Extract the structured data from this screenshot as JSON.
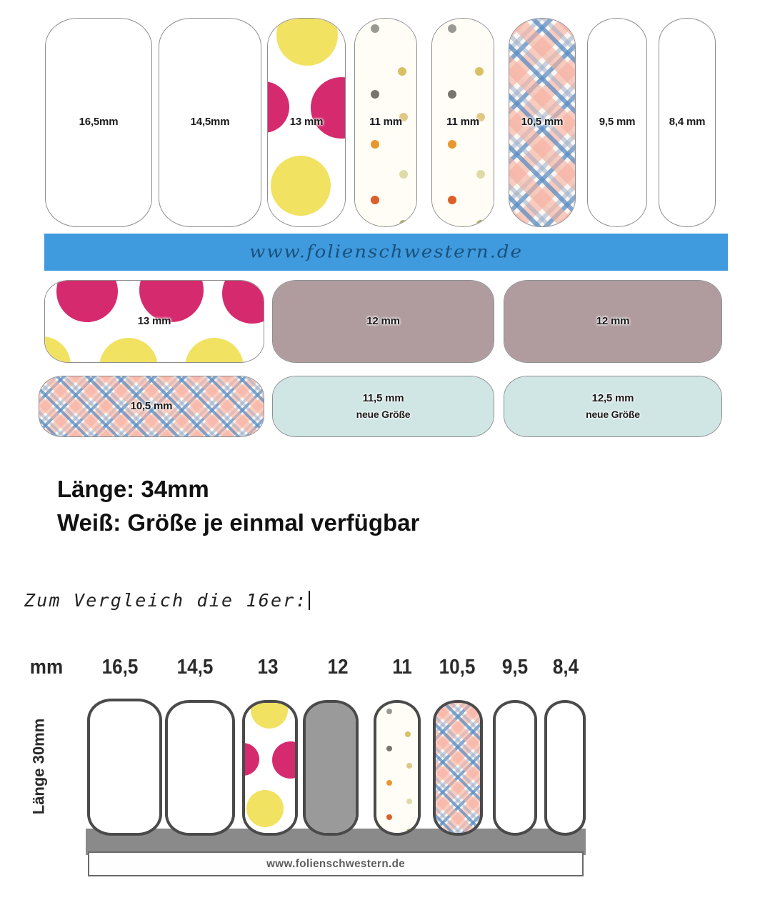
{
  "banner": {
    "url": "www.folienschwestern.de",
    "color": "#3f9ade"
  },
  "top_row": {
    "nails": [
      {
        "label": "16,5mm",
        "pattern": "white"
      },
      {
        "label": "14,5mm",
        "pattern": "white"
      },
      {
        "label": "13 mm",
        "pattern": "polka-dots-big"
      },
      {
        "label": "11 mm",
        "pattern": "dots-small"
      },
      {
        "label": "11 mm",
        "pattern": "dots-small"
      },
      {
        "label": "10,5 mm",
        "pattern": "plaid"
      },
      {
        "label": "9,5 mm",
        "pattern": "white"
      },
      {
        "label": "8,4 mm",
        "pattern": "white"
      }
    ]
  },
  "middle_row": {
    "nails": [
      {
        "label": "13 mm",
        "sub": "",
        "pattern": "polka-dots-big"
      },
      {
        "label": "12 mm",
        "sub": "",
        "pattern": "mauve"
      },
      {
        "label": "12 mm",
        "sub": "",
        "pattern": "mauve"
      }
    ]
  },
  "lower_row": {
    "nails": [
      {
        "label": "10,5 mm",
        "sub": "",
        "pattern": "plaid"
      },
      {
        "label": "11,5 mm",
        "sub": "neue Größe",
        "pattern": "mint"
      },
      {
        "label": "12,5 mm",
        "sub": "neue Größe",
        "pattern": "mint"
      }
    ]
  },
  "caption": {
    "line1": "Länge: 34mm",
    "line2": "Weiß: Größe je einmal verfügbar"
  },
  "compare": {
    "text": "Zum Vergleich die 16er:"
  },
  "bottom_chart": {
    "unit_header": "mm",
    "size_headers": [
      "16,5",
      "14,5",
      "13",
      "12",
      "11",
      "10,5",
      "9,5",
      "8,4"
    ],
    "vertical_label": "Länge 30mm",
    "strip_url": "www.folienschwestern.de",
    "nail_patterns": [
      "white",
      "white",
      "polka-dots-big",
      "gray",
      "dots-small",
      "plaid",
      "white",
      "white"
    ]
  },
  "colors": {
    "banner_blue": "#3f9ade",
    "dot_yellow": "#f2e262",
    "dot_magenta": "#d62a6e",
    "mauve": "#b09c9e",
    "mint": "#cfe6e4",
    "gray_nail": "#9a9a9a",
    "gray_base": "#8a8a8a",
    "outline": "#8d8d90"
  }
}
